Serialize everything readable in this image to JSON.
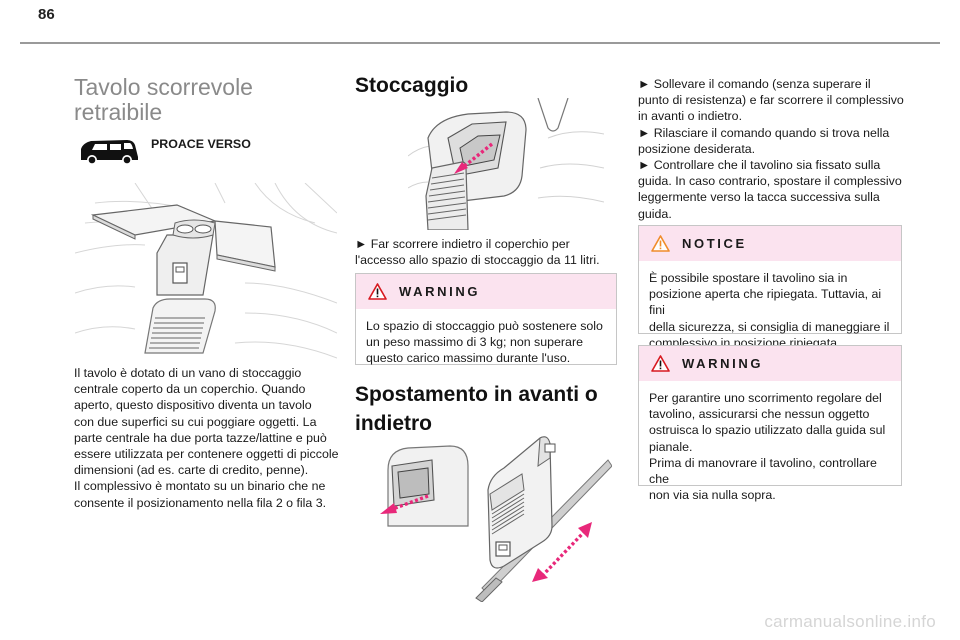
{
  "page": {
    "number": "86"
  },
  "col1": {
    "title_line1": "Tavolo scorrevole",
    "title_line2": "retraibile",
    "model_label": "PROACE VERSO",
    "body_lines": [
      "Il tavolo è dotato di un vano di stoccaggio",
      "centrale coperto da un coperchio. Quando",
      "aperto, questo dispositivo diventa un tavolo",
      "con due superfici su cui poggiare oggetti. La",
      "parte centrale ha due porta tazze/lattine e può",
      "essere utilizzata per contenere oggetti di piccole",
      "dimensioni (ad es. carte di credito, penne).",
      "Il complessivo è montato su un binario che ne",
      "consente il posizionamento nella fila 2 o fila 3."
    ]
  },
  "col2": {
    "heading": "Stoccaggio",
    "instruction_lines": [
      "► Far scorrere indietro il coperchio per",
      "l'accesso allo spazio di stoccaggio da 11 litri."
    ],
    "warning": {
      "title": "WARNING",
      "lines": [
        "Lo spazio di stoccaggio può sostenere solo",
        "un peso massimo di 3 kg; non superare",
        "questo carico massimo durante l'uso."
      ]
    },
    "heading2_line1": "Spostamento in avanti o",
    "heading2_line2": "indietro"
  },
  "col3": {
    "instruction_lines": [
      "► Sollevare il comando (senza superare il",
      "punto di resistenza) e far scorrere il complessivo",
      "in avanti o indietro.",
      "► Rilasciare il comando quando si trova nella",
      "posizione desiderata.",
      "► Controllare che il tavolino sia fissato sulla",
      "guida. In caso contrario, spostare il complessivo",
      "leggermente verso la tacca successiva sulla",
      "guida."
    ],
    "notice": {
      "title": "NOTICE",
      "lines": [
        "È possibile spostare il tavolino sia in",
        "posizione aperta che ripiegata. Tuttavia, ai fini",
        "della sicurezza, si consiglia di maneggiare il",
        "complessivo in posizione ripiegata."
      ]
    },
    "warning": {
      "title": "WARNING",
      "lines": [
        "Per garantire uno scorrimento regolare del",
        "tavolino, assicurarsi che nessun oggetto",
        "ostruisca lo spazio utilizzato dalla guida sul",
        "pianale.",
        "Prima di manovrare il tavolino, controllare che",
        "non via sia nulla sopra."
      ]
    }
  },
  "footer": {
    "watermark": "carmanualsonline.info"
  },
  "colors": {
    "accent_pink": "#e8287a",
    "box_header": "#fbe3ef",
    "title_grey": "#8a8a8a",
    "warning_red": "#d71920"
  },
  "icons": [
    "van-icon",
    "warning-triangle-icon",
    "notice-triangle-icon"
  ]
}
